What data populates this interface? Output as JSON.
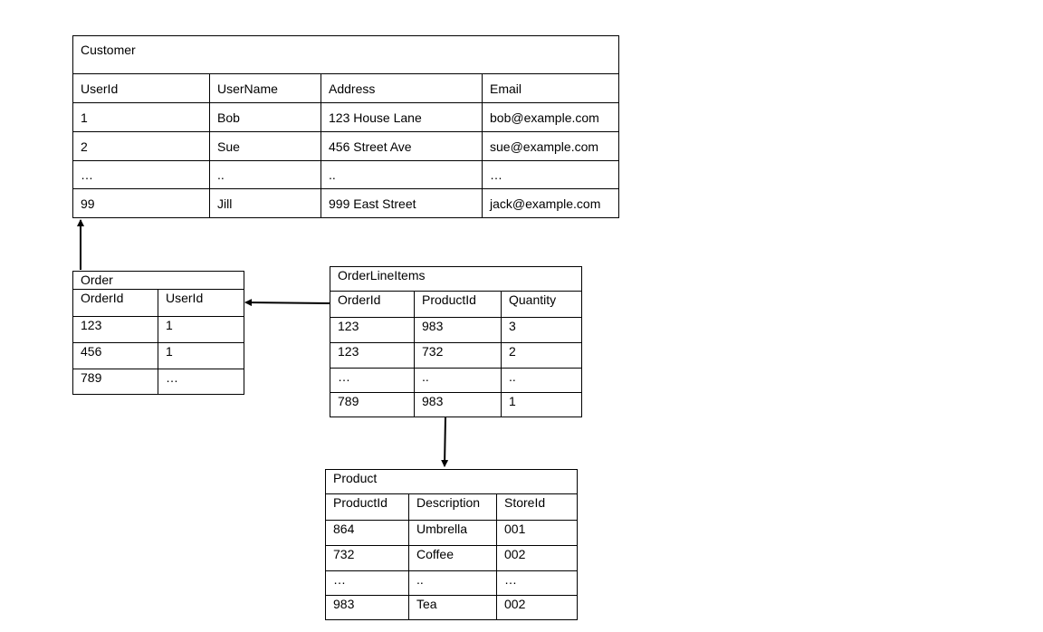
{
  "customer": {
    "title": "Customer",
    "headers": [
      "UserId",
      "UserName",
      "Address",
      "Email"
    ],
    "rows": [
      [
        "1",
        "Bob",
        "123 House Lane",
        "bob@example.com"
      ],
      [
        "2",
        "Sue",
        "456 Street Ave",
        "sue@example.com"
      ],
      [
        "…",
        "..",
        "..",
        "…"
      ],
      [
        "99",
        "Jill",
        "999 East Street",
        "jack@example.com"
      ]
    ]
  },
  "order": {
    "title": "Order",
    "headers": [
      "OrderId",
      "UserId"
    ],
    "rows": [
      [
        "123",
        "1"
      ],
      [
        "456",
        "1"
      ],
      [
        "789",
        "…"
      ]
    ]
  },
  "order_line_items": {
    "title": "OrderLineItems",
    "headers": [
      "OrderId",
      "ProductId",
      "Quantity"
    ],
    "rows": [
      [
        "123",
        "983",
        "3"
      ],
      [
        "123",
        "732",
        "2"
      ],
      [
        "…",
        "..",
        ".."
      ],
      [
        "789",
        "983",
        "1"
      ]
    ]
  },
  "product": {
    "title": "Product",
    "headers": [
      "ProductId",
      "Description",
      "StoreId"
    ],
    "rows": [
      [
        "864",
        "Umbrella",
        "001"
      ],
      [
        "732",
        "Coffee",
        "002"
      ],
      [
        "…",
        "..",
        "…"
      ],
      [
        "983",
        "Tea",
        "002"
      ]
    ]
  }
}
